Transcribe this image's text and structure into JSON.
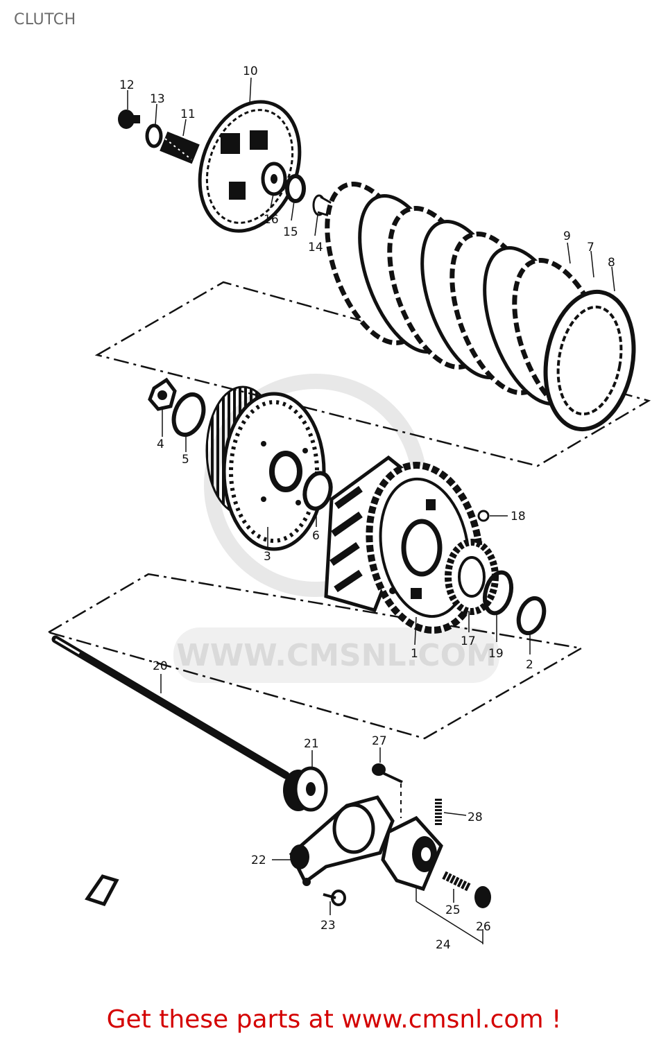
{
  "title": "CLUTCH",
  "watermark": "WWW.CMSNL.COM",
  "footer": "Get these parts at www.cmsnl.com !",
  "callouts": [
    "1",
    "2",
    "3",
    "4",
    "5",
    "6",
    "7",
    "8",
    "9",
    "10",
    "11",
    "12",
    "13",
    "14",
    "15",
    "16",
    "17",
    "18",
    "19",
    "20",
    "21",
    "22",
    "23",
    "24",
    "25",
    "26",
    "27",
    "28"
  ],
  "colors": {
    "footer": "#d40000",
    "ink": "#111111",
    "title": "#6b6b6b"
  }
}
